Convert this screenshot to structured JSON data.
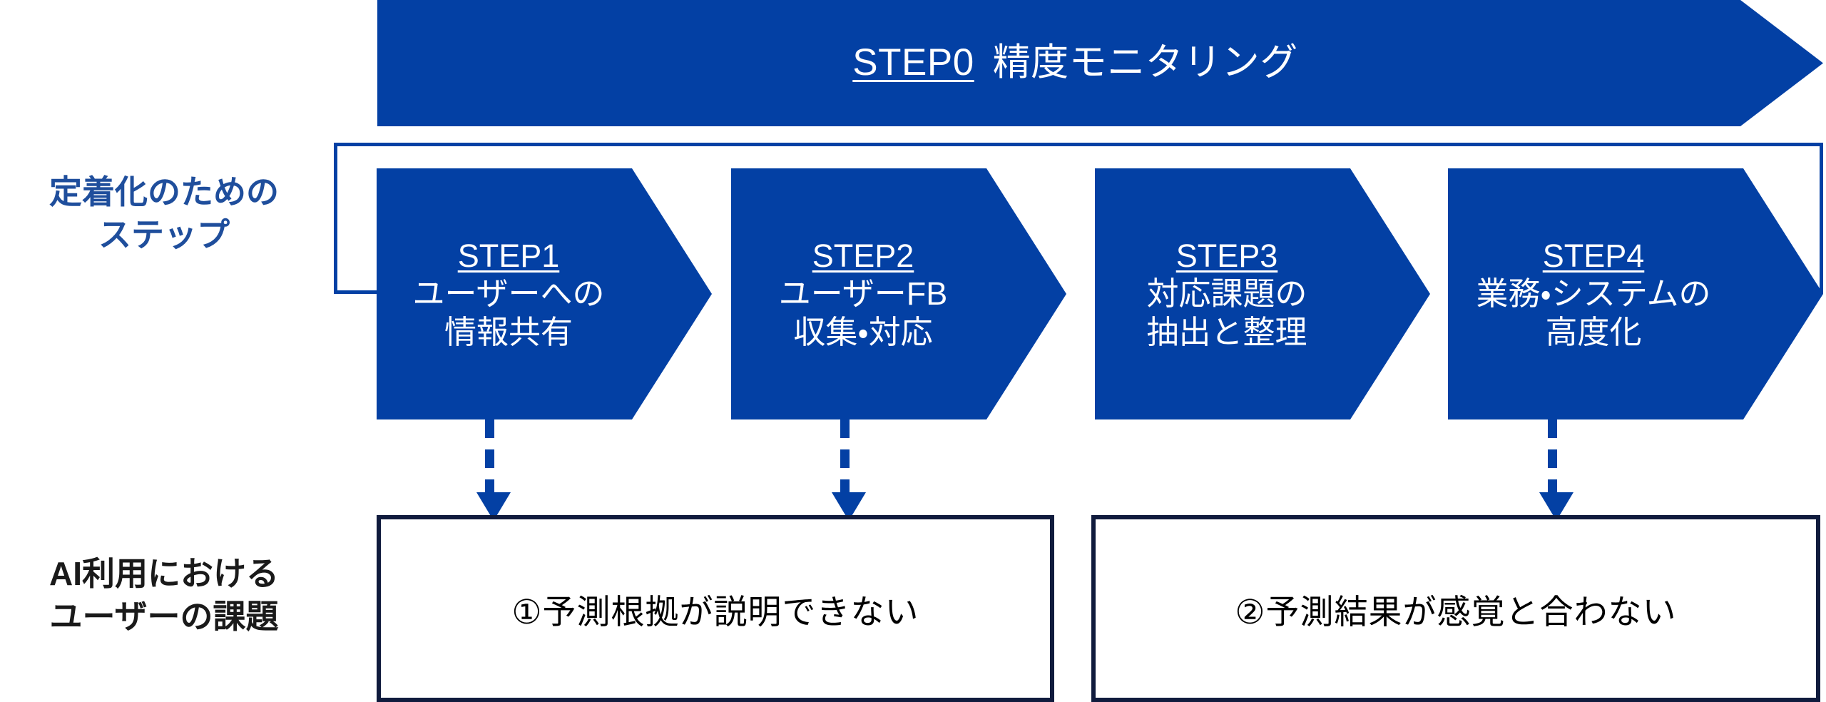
{
  "colors": {
    "brand_blue": "#0340A4",
    "label_blue": "#1F4E9C",
    "box_border_navy": "#101B3D",
    "text_white": "#FFFFFF",
    "text_black": "#000000",
    "background": "#FFFFFF"
  },
  "banner": {
    "step_id": "STEP0",
    "label": "精度モニタリング"
  },
  "row_labels": {
    "steps": "定着化のための\nステップ",
    "issues": "AI利用における\nユーザーの課題"
  },
  "steps": [
    {
      "step_id": "STEP1",
      "line1": "ユーザーへの",
      "line2": "情報共有"
    },
    {
      "step_id": "STEP2",
      "line1": "ユーザーFB",
      "line2": "収集・対応"
    },
    {
      "step_id": "STEP3",
      "line1": "対応課題の",
      "line2": "抽出と整理"
    },
    {
      "step_id": "STEP4",
      "line1": "業務・システムの",
      "line2": "高度化"
    }
  ],
  "issues": [
    {
      "text": "①予測根拠が説明できない"
    },
    {
      "text": "②予測結果が感覚と合わない"
    }
  ],
  "connectors": {
    "loop_icon": "feedback-loop-arrow",
    "dashed_icon": "dashed-down-arrow",
    "dashed_count": 3
  }
}
